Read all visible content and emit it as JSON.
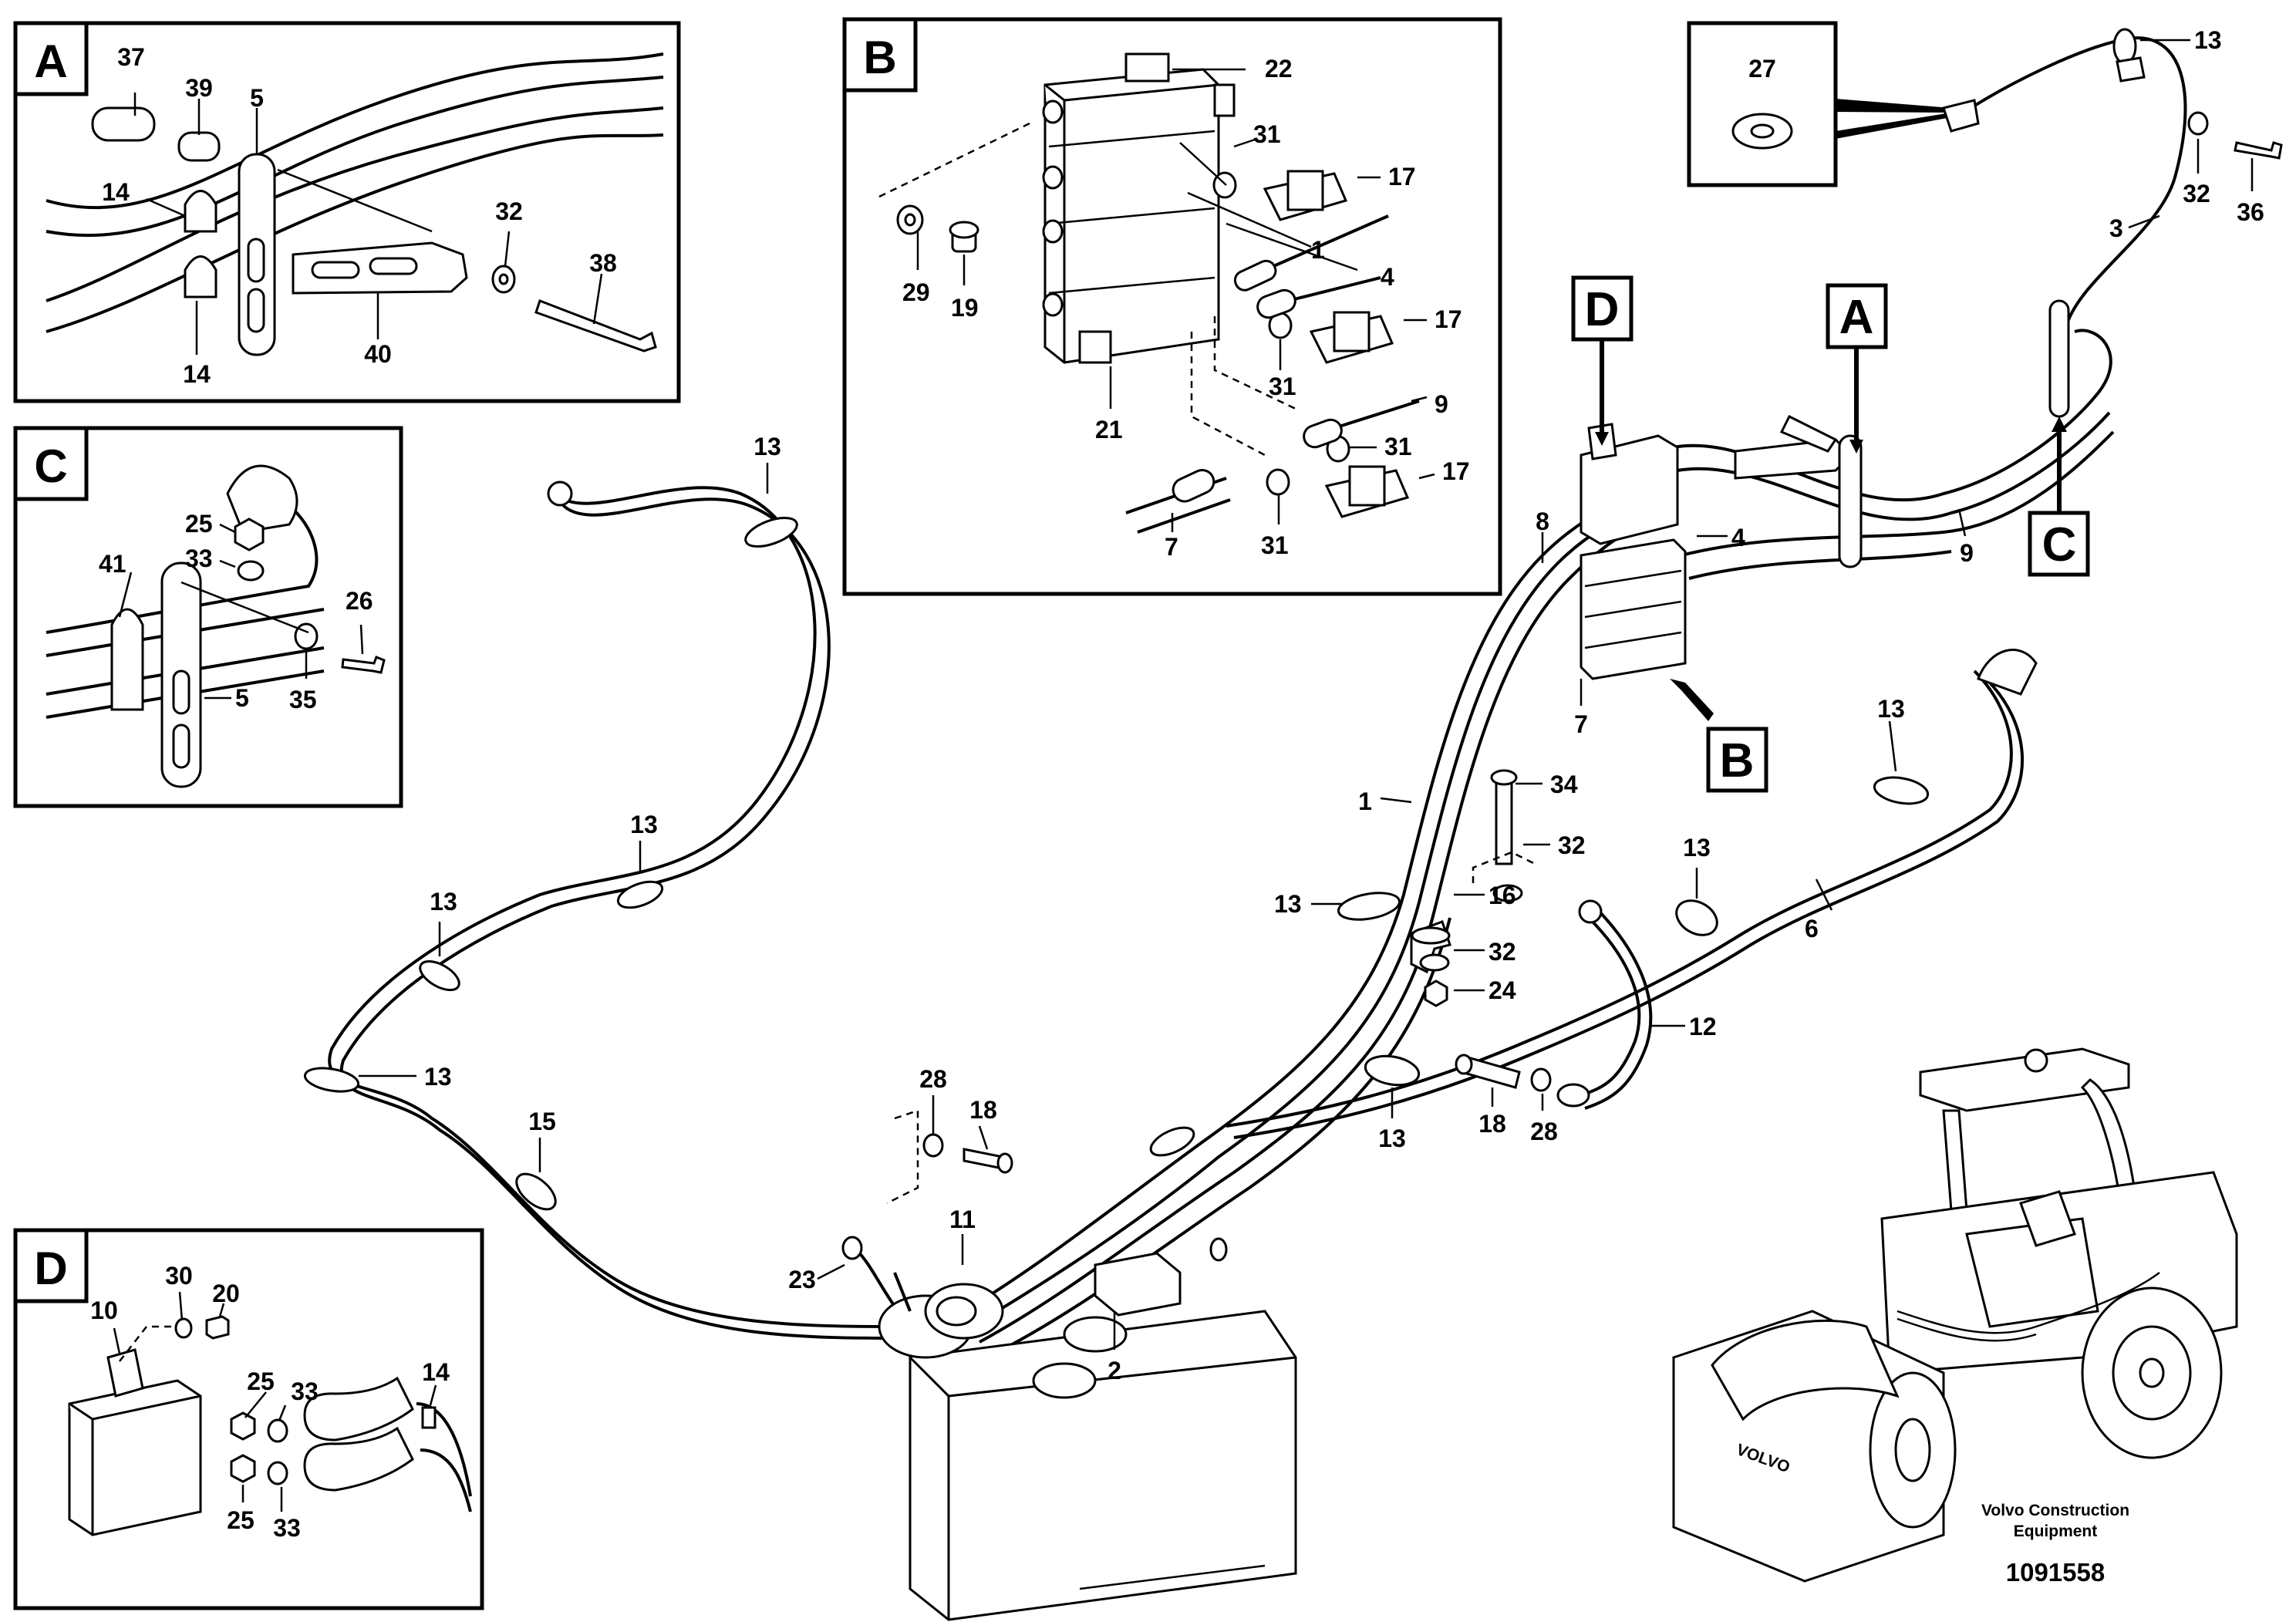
{
  "detail_boxes": {
    "A": {
      "letter": "A",
      "callouts": {
        "c37": "37",
        "c39": "39",
        "c5": "5",
        "c14a": "14",
        "c14b": "14",
        "c32": "32",
        "c38": "38",
        "c40": "40"
      }
    },
    "B": {
      "letter": "B",
      "callouts": {
        "c22": "22",
        "c31a": "31",
        "c31b": "31",
        "c31c": "31",
        "c31d": "31",
        "c17a": "17",
        "c17b": "17",
        "c17c": "17",
        "c1": "1",
        "c4": "4",
        "c9": "9",
        "c29": "29",
        "c19": "19",
        "c21": "21",
        "c7": "7"
      }
    },
    "C": {
      "letter": "C",
      "callouts": {
        "c25": "25",
        "c33": "33",
        "c41": "41",
        "c26": "26",
        "c35": "35",
        "c5": "5"
      }
    },
    "D": {
      "letter": "D",
      "callouts": {
        "c30": "30",
        "c20": "20",
        "c10": "10",
        "c25a": "25",
        "c33a": "33",
        "c14": "14",
        "c25b": "25",
        "c33b": "33"
      }
    },
    "washer_inset": {
      "callouts": {
        "c27": "27"
      }
    }
  },
  "pointers": {
    "A": "A",
    "B": "B",
    "C": "C",
    "D": "D"
  },
  "main_callouts": {
    "m13_top_right": "13",
    "m32_top_right": "32",
    "m36": "36",
    "m3": "3",
    "m9": "9",
    "m8": "8",
    "m4": "4",
    "m7": "7",
    "m1": "1",
    "m34": "34",
    "m32_mid": "32",
    "m16": "16",
    "m13_mid": "13",
    "m32_lower": "32",
    "m24": "24",
    "m13_right_clip": "13",
    "m6": "6",
    "m13_far_right": "13",
    "m12": "12",
    "m13_lower_mid": "13",
    "m18_right": "18",
    "m28_right": "28",
    "m13_left_top": "13",
    "m13_left_a": "13",
    "m13_left_b": "13",
    "m13_left_c": "13",
    "m15": "15",
    "m28_left": "28",
    "m18_left": "18",
    "m11": "11",
    "m23": "23",
    "m2": "2"
  },
  "branding": {
    "company_line1": "Volvo Construction",
    "company_line2": "Equipment",
    "drawing_number": "1091558",
    "machine_badge": "VOLVO"
  }
}
